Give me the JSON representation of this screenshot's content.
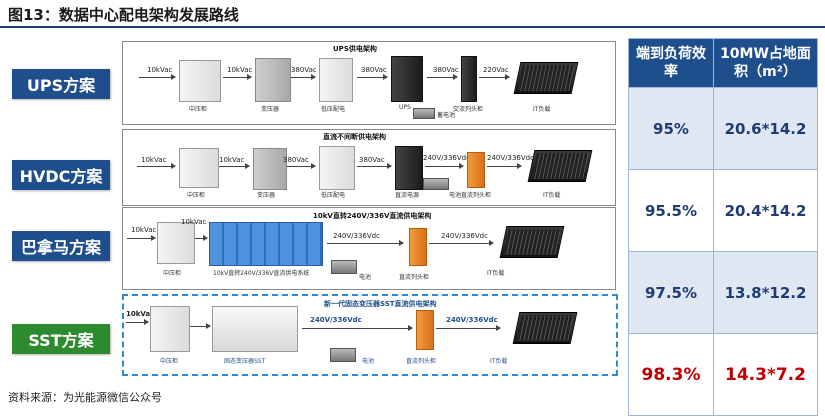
{
  "title": "图13：数据中心配电架构发展路线",
  "source": "资料来源：为光能源微信公众号",
  "colors": {
    "header_blue": "#1f4e8c",
    "sst_green": "#2e8a2e",
    "highlight_red": "#c00000",
    "dashed_blue": "#2d8bd6"
  },
  "table": {
    "headers": [
      "端到负荷效率",
      "10MW占地面积（m²）"
    ],
    "rows": [
      {
        "efficiency": "95%",
        "area": "20.6*14.2"
      },
      {
        "efficiency": "95.5%",
        "area": "20.4*14.2"
      },
      {
        "efficiency": "97.5%",
        "area": "13.8*12.2"
      },
      {
        "efficiency": "98.3%",
        "area": "14.3*7.2"
      }
    ]
  },
  "schemes": [
    {
      "name": "UPS方案",
      "panel_title": "UPS供电架构",
      "voltages": [
        "10kVac",
        "10kVac",
        "380Vac",
        "380Vac",
        "380Vac",
        "220Vac"
      ],
      "components": [
        "中压柜",
        "变压器",
        "低压配电",
        "UPS",
        "蓄电池",
        "交流列头柜",
        "IT负载"
      ]
    },
    {
      "name": "HVDC方案",
      "panel_title": "直流不间断供电架构",
      "voltages": [
        "10kVac",
        "10kVac",
        "380Vac",
        "380Vac",
        "240V/336Vdc",
        "240V/336Vdc"
      ],
      "components": [
        "中压柜",
        "变压器",
        "低压配电",
        "直流电源",
        "电池",
        "直流列头柜",
        "IT负载"
      ]
    },
    {
      "name": "巴拿马方案",
      "panel_title": "10kV直转240V/336V直流供电架构",
      "voltages": [
        "10kVac",
        "10kVac",
        "240V/336Vdc",
        "240V/336Vdc"
      ],
      "components": [
        "中压柜",
        "10kV直转240V/336V直流供电系统",
        "电池",
        "直流列头柜",
        "IT负载"
      ]
    },
    {
      "name": "SST方案",
      "panel_title": "新一代固态变压器SST直流供电架构",
      "voltages": [
        "10kVac",
        "240V/336Vdc",
        "240V/336Vdc"
      ],
      "components": [
        "中压柜",
        "固态变压器SST",
        "电池",
        "直流列头柜",
        "IT负载"
      ]
    }
  ]
}
